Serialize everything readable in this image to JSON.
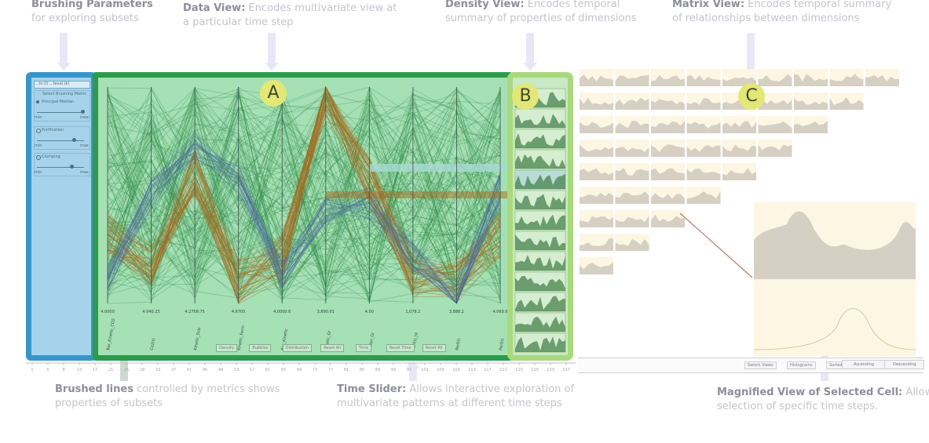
{
  "annotations": {
    "brushing": {
      "title": "Brushing Parameters",
      "line1": "for exploring subsets"
    },
    "data_view": {
      "title": "Data View:",
      "text1": " Encodes multivariate view at",
      "line2": "a particular time step"
    },
    "density_view": {
      "title": "Density View:",
      "text1": " Encodes temporal",
      "line2": "summary of properties of dimensions"
    },
    "matrix_view": {
      "title": "Matrix View:",
      "text1": " Encodes temporal   summary",
      "line2": "of relationships between dimensions"
    },
    "brushed_lines": {
      "title": "Brushed lines",
      "text1": " controlled by metrics shows",
      "line2": "properties of subsets"
    },
    "time_slider": {
      "title": "Time Slider:",
      "text1": " Allows interactive exploration of",
      "line2": "multivariate patterns at different time steps"
    },
    "magnified": {
      "title": "Magnified View of Selected Cell:",
      "text1": " Allows",
      "line2": "selection of specific time steps."
    }
  },
  "badges": {
    "a": "A",
    "b": "B",
    "c": "C"
  },
  "brushing_panel": {
    "select": "...ts  (l)  ...teval  (k)",
    "heading": "Select Brushing Metric",
    "opt1": "Principal Median",
    "opt2": "Purification",
    "opt3": "Clumping",
    "slider_min": "min",
    "slider_max": "max"
  },
  "axis_values": [
    "4.0000",
    "4.040.23",
    "4.2708.75",
    "4.6705",
    "4.0000.6",
    "3,890.01",
    "4.00",
    "1,078.2",
    "3.888.2",
    "4.069.6"
  ],
  "axis_names": [
    "Bar_Kinetic_CO2",
    "Co2(t)",
    "Kinetic_Sub",
    "Kinetic_Ferm",
    "Bar_Kinetic",
    "Kinetic_Gr",
    "Water_Gr",
    "Perf(t)_ht",
    "Perf(t)",
    "Perf(t)"
  ],
  "data_buttons": [
    "Density",
    "Bubbles",
    "Distribution",
    "Reset All",
    "Time",
    "Reset Time",
    "Reset All"
  ],
  "matrix_buttons": {
    "switch": "Switch Views",
    "histograms": "Histograms",
    "sorted": "Sorted",
    "ascending": "Ascending",
    "descending": "Descending"
  },
  "slider_ticks": [
    "1",
    "5",
    "9",
    "13",
    "17",
    "21",
    "25",
    "29",
    "33",
    "37",
    "41",
    "45",
    "49",
    "53",
    "57",
    "61",
    "65",
    "69",
    "73",
    "77",
    "81",
    "85",
    "89",
    "93",
    "97",
    "101",
    "105",
    "109",
    "113",
    "117",
    "121",
    "125",
    "129",
    "133",
    "137"
  ],
  "colors": {
    "brushing_blue": "#3796c8",
    "data_green": "#2e9b4c",
    "density_green": "#a8d97e",
    "line_green": "#2f8a47",
    "line_orange": "#a16b20",
    "line_blue": "#4d6b9c",
    "matrix_fill": "#d6cfc3",
    "matrix_bg": "#fdf6e3"
  }
}
